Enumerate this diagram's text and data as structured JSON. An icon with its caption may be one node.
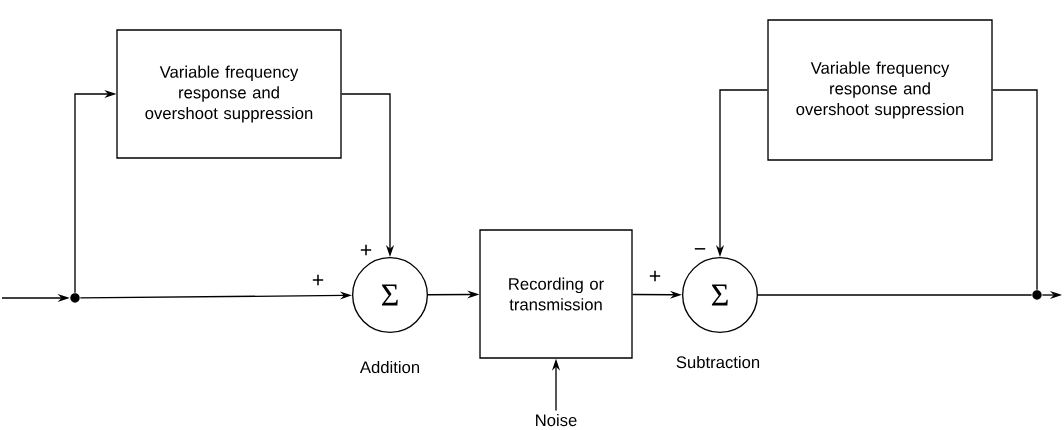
{
  "diagram": {
    "nodes": [
      {
        "text": [],
        "shape": "circle"
      },
      {
        "text": [
          "Variable frequency response and overshoot suppression"
        ]
      },
      {
        "text": [
          "Σ"
        ],
        "beside": [
          "Addition"
        ]
      },
      {
        "text": [
          "Recording or transmission"
        ]
      },
      {
        "text": [
          "Noise"
        ]
      },
      {
        "text": [
          "Σ"
        ],
        "beside": [
          "Subtraction"
        ]
      },
      {
        "text": [
          "Variable frequency response and overshoot suppression"
        ]
      },
      {
        "text": [],
        "shape": "circle"
      }
    ],
    "edges": [
      {
        "from": null,
        "to": 0,
        "arrow": "to"
      },
      {
        "from": 0,
        "to": 1,
        "arrow": "to"
      },
      {
        "from": 0,
        "to": 2,
        "arrow": "to",
        "label": "+"
      },
      {
        "from": 1,
        "to": 2,
        "arrow": "to",
        "label": "+"
      },
      {
        "from": 2,
        "to": 3,
        "arrow": "to"
      },
      {
        "from": 4,
        "to": 3,
        "arrow": "to"
      },
      {
        "from": 3,
        "to": 5,
        "arrow": "to",
        "label": "+"
      },
      {
        "from": 5,
        "to": 7,
        "arrow": "none"
      },
      {
        "from": 7,
        "to": 6,
        "arrow": "none"
      },
      {
        "from": 6,
        "to": 5,
        "arrow": "to",
        "label": "−"
      },
      {
        "from": 7,
        "to": null,
        "arrow": "to"
      }
    ]
  }
}
